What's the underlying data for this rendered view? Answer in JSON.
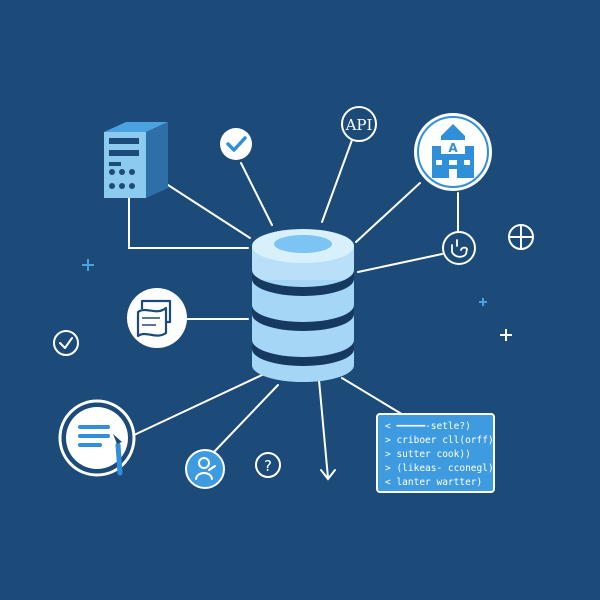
{
  "colors": {
    "background": "#1d4b79",
    "line": "#ffffff",
    "accent": "#2f8fd8",
    "accent_light": "#7cc4f4",
    "db_light": "#b9e0f8",
    "db_mid": "#8ccaf0",
    "db_band": "#15395f"
  },
  "icons": {
    "central": "database-icon",
    "server": "server-tower-icon",
    "check_top": "checkmark-icon",
    "api": "api-icon",
    "building": "building-icon",
    "hand_top": "hand-icon",
    "crosshair": "plus-circle-icon",
    "folder": "document-stack-icon",
    "check_left": "checkmark-icon",
    "document": "document-edit-icon",
    "person": "person-icon",
    "help": "question-icon",
    "down_arrow": "arrow-down-icon"
  },
  "nodes": {
    "api_label": "API",
    "building_letter": "A",
    "help_label": "?"
  },
  "terminal": {
    "lines": [
      "< ━━━━━-setle?)",
      "> criboer cll(orff)",
      "> sutter cook))",
      "> (likeas- cconegl)",
      "< lanter wartter)"
    ]
  }
}
